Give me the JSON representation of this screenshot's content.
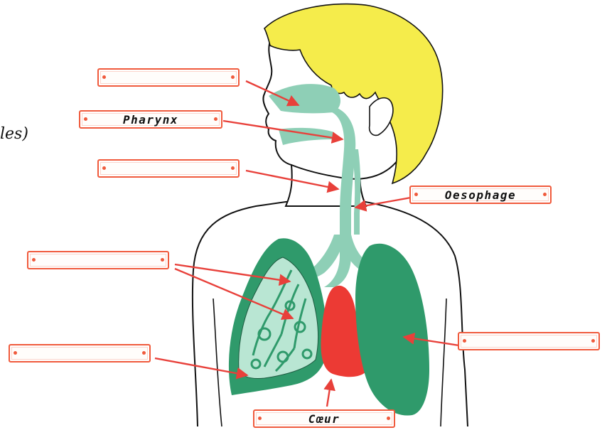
{
  "side_text": "les)",
  "labels": [
    {
      "id": "label-nasal-cavity",
      "text": ""
    },
    {
      "id": "label-pharynx",
      "text": "Pharynx"
    },
    {
      "id": "label-trachea",
      "text": ""
    },
    {
      "id": "label-oesophage",
      "text": "Oesophage"
    },
    {
      "id": "label-bronchi",
      "text": ""
    },
    {
      "id": "label-alveoli",
      "text": ""
    },
    {
      "id": "label-lung",
      "text": ""
    },
    {
      "id": "label-coeur",
      "text": "Cœur"
    }
  ],
  "colors": {
    "hair": "#f5ec4b",
    "airway": "#8ecfb6",
    "lung": "#2f9a6b",
    "heart": "#ec3a34",
    "arrow": "#e8403a",
    "box_border": "#f05a3c",
    "skin": "#ffffff",
    "outline": "#111111"
  }
}
